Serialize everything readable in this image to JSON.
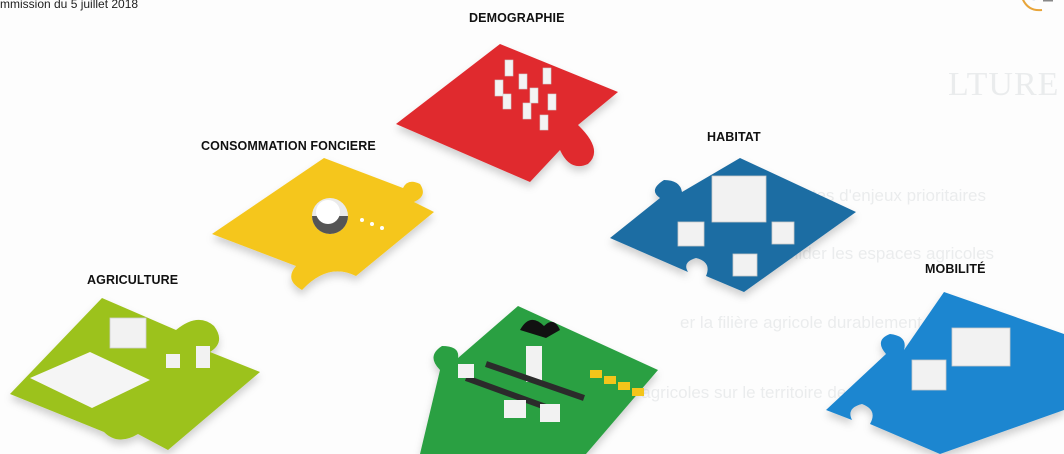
{
  "header": {
    "date_text": "mmission du 5 juillet 2018"
  },
  "pieces": {
    "demographie": {
      "label": "DEMOGRAPHIE",
      "color": "#e02a2f"
    },
    "consommation_fonciere": {
      "label": "CONSOMMATION FONCIERE",
      "color": "#f5c61b"
    },
    "habitat": {
      "label": "HABITAT",
      "color": "#1e6da3"
    },
    "agriculture": {
      "label": "AGRICULTURE",
      "color": "#9cc21a"
    },
    "centre": {
      "label": "",
      "color": "#2aa043"
    },
    "mobilite": {
      "label": "MOBILITÉ",
      "color": "#1d86d0"
    }
  },
  "background_text": {
    "title": "LTURE",
    "lines": [
      "pistes d'enjeux prioritaires",
      "r et consolider les espaces agricoles",
      "er la filière agricole durablement",
      "ploitations agricoles sur le territoire de la production agricole aux"
    ]
  }
}
